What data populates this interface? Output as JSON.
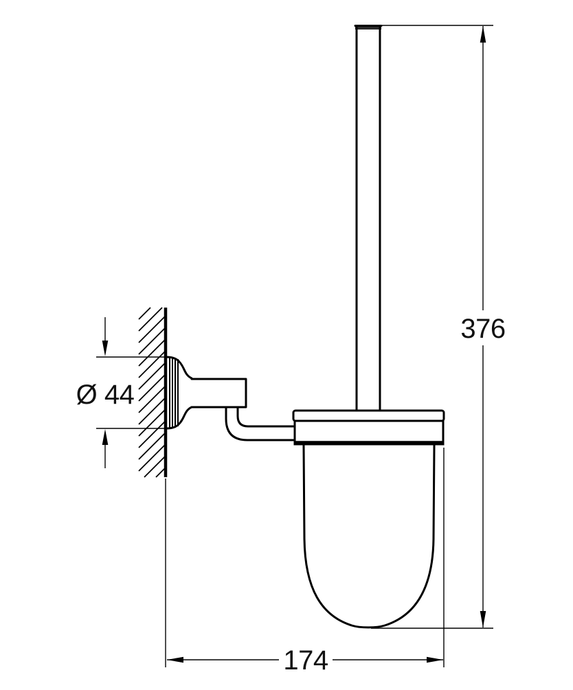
{
  "drawing": {
    "labels": {
      "height": "376",
      "depth": "174",
      "mount_diameter": "Ø 44"
    },
    "colors": {
      "line": "#000000",
      "background": "#ffffff",
      "handle_cap_fill": "#2a2a2a"
    }
  }
}
